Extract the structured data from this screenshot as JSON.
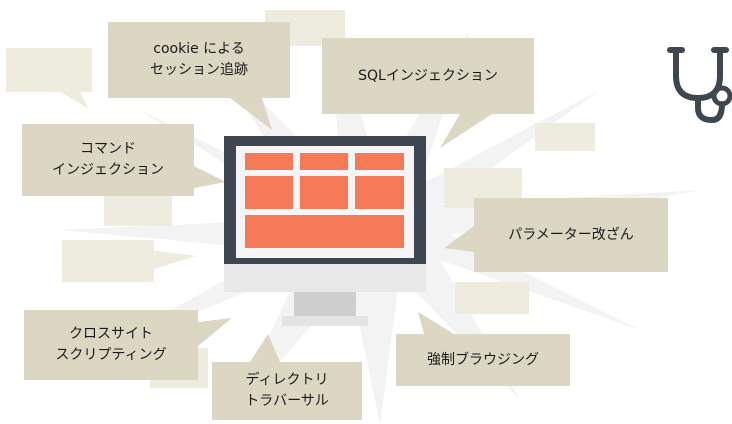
{
  "title": "",
  "colors": {
    "bubble": "#dcd7c2",
    "bubble_faint": "#ece9dd",
    "monitor_frame": "#3f4650",
    "screen_bg": "#f5f5f5",
    "tile": "#f47a58",
    "stand": "#cfcfcf",
    "stand_base": "#e6e6e6",
    "burst": "#f4f4f4",
    "icon": "#3f4650"
  },
  "attacks": [
    {
      "id": "cookie",
      "lines": [
        "cookie による",
        "セッション追跡"
      ]
    },
    {
      "id": "sqli",
      "lines": [
        "SQLインジェクション"
      ]
    },
    {
      "id": "cmd",
      "lines": [
        "コマンド",
        "インジェクション"
      ]
    },
    {
      "id": "param",
      "lines": [
        "パラメーター改ざん"
      ]
    },
    {
      "id": "xss",
      "lines": [
        "クロスサイト",
        "スクリプティング"
      ]
    },
    {
      "id": "forced",
      "lines": [
        "強制ブラウジング"
      ]
    },
    {
      "id": "traversal",
      "lines": [
        "ディレクトリ",
        "トラバーサル"
      ]
    }
  ],
  "icons": {
    "top_right": "stethoscope-icon"
  }
}
